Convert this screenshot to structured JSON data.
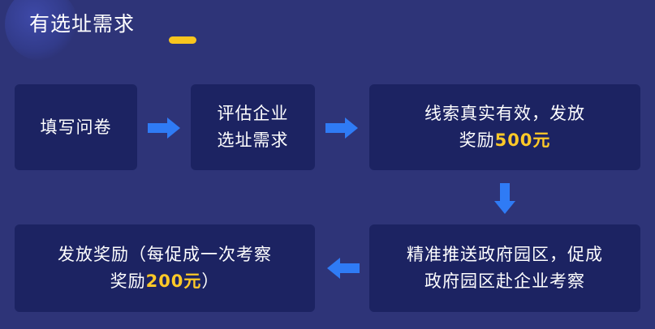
{
  "header": {
    "title": "有选址需求"
  },
  "steps": [
    {
      "line1": "填写问卷"
    },
    {
      "line1": "评估企业",
      "line2": "选址需求"
    },
    {
      "line1": "线索真实有效，发放",
      "line2_prefix": "奖励",
      "line2_highlight": "500元"
    },
    {
      "line1": "精准推送政府园区，促成",
      "line2": "政府园区赴企业考察"
    },
    {
      "line1": "发放奖励（每促成一次考察",
      "line2_prefix": "奖励",
      "line2_highlight": "200元",
      "line2_suffix": "）"
    }
  ],
  "colors": {
    "background": "#2e3478",
    "card": "#1c2362",
    "arrow": "#2f7bf5",
    "highlight": "#ffc928",
    "accent_underline": "#f8c51e"
  },
  "icons": {
    "arrow_right": "arrow-right-icon",
    "arrow_down": "arrow-down-icon",
    "arrow_left": "arrow-left-icon"
  }
}
